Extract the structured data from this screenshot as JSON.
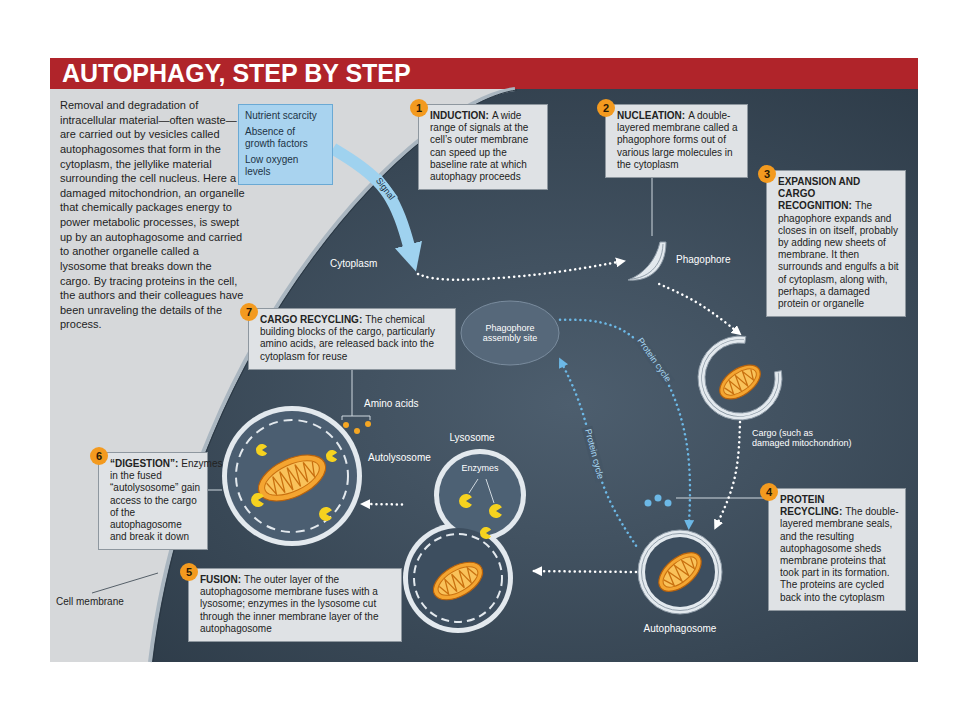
{
  "diagram": {
    "title": "AUTOPHAGY, STEP BY STEP",
    "nodes": [
      {
        "text": [
          "Nutrient scarcity",
          "Absence of growth factors",
          "Low oxygen levels"
        ]
      },
      {
        "text": [
          "1",
          "INDUCTION:",
          "A wide range of signals at the cell’s outer membrane can speed up the baseline rate at which autophagy proceeds"
        ]
      },
      {
        "text": [
          "2",
          "NUCLEATION:",
          "A double-layered membrane called a phagophore forms out of various large molecules in the cytoplasm"
        ]
      },
      {
        "text": [
          "3",
          "EXPANSION AND CARGO RECOGNITION:",
          "The phagophore expands and closes in on itself, probably by adding new sheets of membrane. It then surrounds and engulfs a bit of cytoplasm, along with, perhaps, a damaged protein or organelle"
        ]
      },
      {
        "text": [
          "Phagophore"
        ]
      },
      {
        "text": [
          "Phagophore assembly site"
        ]
      },
      {
        "text": [
          "7",
          "CARGO RECYCLING:",
          "The chemical building blocks of the cargo, particularly amino acids, are released back into the cytoplasm for reuse"
        ]
      },
      {
        "text": [
          "Cargo (such as damaged mitochondrion)"
        ]
      },
      {
        "text": [
          "6",
          "“DIGESTION”:",
          "Enzymes in the fused “autolysosome” gain access to the cargo of the autophagosome and break it down"
        ]
      },
      {
        "text": [
          "Autolysosome"
        ]
      },
      {
        "text": [
          "Lysosome",
          "Enzymes"
        ]
      },
      {
        "text": [
          "4",
          "PROTEIN RECYCLING:",
          "The double-layered membrane seals, and the resulting autophagosome sheds membrane proteins that took part in its formation. The proteins are cycled back into the cytoplasm"
        ]
      },
      {
        "text": [
          "Autophagosome"
        ]
      },
      {
        "text": [
          "5",
          "FUSION:",
          "The outer layer of the autophagosome membrane fuses with a lysosome; enzymes in the lysosome cut through the inner membrane layer of the autophagosome"
        ]
      }
    ],
    "edges": [
      {
        "from": 0,
        "to": 4,
        "arrow": "to",
        "label": "Signal"
      },
      {
        "from": 4,
        "to": 7,
        "arrow": "to"
      },
      {
        "from": 7,
        "to": 12,
        "arrow": "to"
      },
      {
        "from": 12,
        "to": 10,
        "arrow": "to"
      },
      {
        "from": 10,
        "to": 9,
        "arrow": "to"
      },
      {
        "from": 5,
        "to": 12,
        "arrow": "to",
        "label": "Protein cycle"
      },
      {
        "from": 12,
        "to": 5,
        "arrow": "to",
        "label": "Protein cycle"
      }
    ],
    "labels": [
      "Removal and degradation of intracellular material—often waste—are carried out by vesicles called autophagosomes that form in the cytoplasm, the jellylike material surrounding the cell nucleus. Here a damaged mitochondrion, an organelle that chemically packages energy to power metabolic processes, is swept up by an autophagosome and carried to another organelle called a lysosome that breaks down the cargo. By tracing proteins in the cell, the authors and their colleagues have been unraveling the details of the process.",
      "Cytoplasm",
      "Amino acids",
      "Cell membrane"
    ]
  }
}
